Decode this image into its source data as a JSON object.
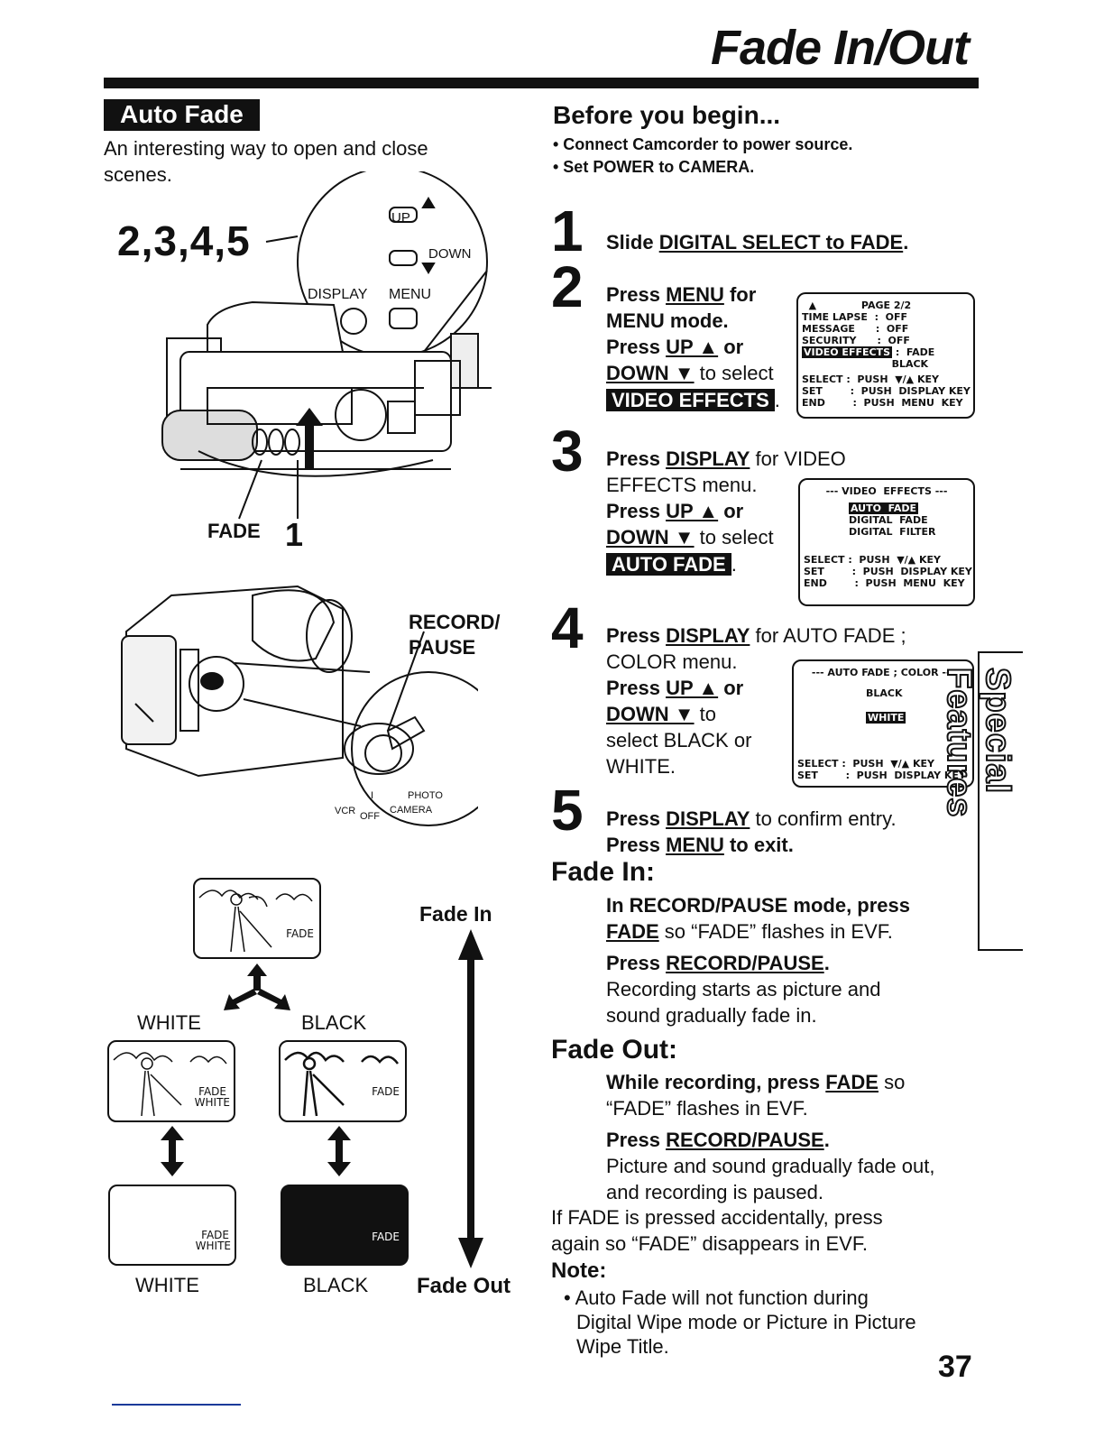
{
  "header": {
    "title": "Fade In/Out"
  },
  "left": {
    "section_label": "Auto Fade",
    "intro": "An interesting way to open and close scenes.",
    "step_ref": "2,3,4,5",
    "controls": {
      "up": "UP",
      "down": "DOWN",
      "display": "DISPLAY",
      "menu": "MENU"
    },
    "fade_label": "FADE",
    "fade_step": "1",
    "record_pause": "RECORD/",
    "record_pause2": "PAUSE",
    "dial": {
      "photo": "PHOTO",
      "vcr": "VCR",
      "off": "OFF",
      "camera": "CAMERA",
      "mark": "I"
    },
    "diagram": {
      "top_tag": "FADE",
      "white_label": "WHITE",
      "black_label": "BLACK",
      "mid_white_tag1": "FADE",
      "mid_white_tag2": "WHITE",
      "mid_black_tag": "FADE",
      "bot_white_tag1": "FADE",
      "bot_white_tag2": "WHITE",
      "bot_black_tag": "FADE",
      "bottom_white": "WHITE",
      "bottom_black": "BLACK",
      "fade_in": "Fade In",
      "fade_out": "Fade Out"
    }
  },
  "right": {
    "before_title": "Before you begin...",
    "bullets": [
      "• Connect Camcorder to power source.",
      "• Set POWER to CAMERA."
    ],
    "step1": {
      "num": "1",
      "a": "Slide ",
      "b": "DIGITAL SELECT to FADE",
      "c": "."
    },
    "step2": {
      "num": "2",
      "l1a": "Press ",
      "l1b": "MENU",
      "l1c": " for",
      "l2": "MENU mode.",
      "l3a": "Press ",
      "l3b": "UP ▲",
      "l3c": " or",
      "l4a": "DOWN ▼",
      "l4b": " to select",
      "l5": "VIDEO EFFECTS",
      "l5end": ".",
      "osd": {
        "r1": "  ▲             PAGE 2/2",
        "r2": "TIME LAPSE  :  OFF",
        "r3": "MESSAGE      :  OFF",
        "r4": "SECURITY      :  OFF",
        "r5a": "VIDEO EFFECTS",
        "r5b": " :  FADE",
        "r6": "                          BLACK",
        "r7": "SELECT :  PUSH  ▼/▲ KEY",
        "r8": "SET        :  PUSH  DISPLAY KEY",
        "r9": "END        :  PUSH  MENU  KEY"
      }
    },
    "step3": {
      "num": "3",
      "l1a": "Press ",
      "l1b": "DISPLAY",
      "l1c": " for VIDEO",
      "l2": "EFFECTS menu.",
      "l3a": "Press ",
      "l3b": "UP ▲",
      "l3c": " or",
      "l4a": "DOWN ▼",
      "l4b": " to select",
      "l5": "AUTO FADE",
      "l5end": ".",
      "osd": {
        "r1": "--- VIDEO  EFFECTS ---",
        "r2": "AUTO  FADE",
        "r3": "DIGITAL  FADE",
        "r4": "DIGITAL  FILTER",
        "r5": "SELECT :  PUSH  ▼/▲ KEY",
        "r6": "SET        :  PUSH  DISPLAY KEY",
        "r7": "END        :  PUSH  MENU  KEY"
      }
    },
    "step4": {
      "num": "4",
      "l1a": "Press ",
      "l1b": "DISPLAY",
      "l1c": " for AUTO FADE ;",
      "l2": "COLOR menu.",
      "l3a": "Press ",
      "l3b": "UP ▲",
      "l3c": " or",
      "l4a": "DOWN ▼",
      "l4b": " to",
      "l5": "select BLACK or",
      "l6": "WHITE.",
      "osd": {
        "r1": "--- AUTO FADE ; COLOR ---",
        "r2": "BLACK",
        "r3": "WHITE",
        "r4": "SELECT :  PUSH  ▼/▲ KEY",
        "r5": "SET        :  PUSH  DISPLAY KEY"
      }
    },
    "step5": {
      "num": "5",
      "l1a": "Press ",
      "l1b": "DISPLAY",
      "l1c": " to confirm entry.",
      "l2a": "Press ",
      "l2b": "MENU",
      "l2c": " to exit."
    },
    "fade_in": {
      "title": "Fade In:",
      "p1": "In RECORD/PAUSE mode, press",
      "p2a": "FADE",
      "p2b": " so “FADE” flashes in EVF.",
      "p3a": "Press ",
      "p3b": "RECORD/PAUSE",
      "p3c": ".",
      "p4": "Recording starts as picture and",
      "p5": "sound gradually fade in."
    },
    "fade_out": {
      "title": "Fade Out:",
      "p1a": "While recording, press ",
      "p1b": "FADE",
      "p1c": " so",
      "p2": "“FADE” flashes in EVF.",
      "p3a": "Press ",
      "p3b": "RECORD/PAUSE",
      "p3c": ".",
      "p4": "Picture and sound gradually fade out,",
      "p5": "and recording is paused.",
      "p6": "If FADE is pressed accidentally, press",
      "p7": "again so “FADE” disappears in EVF."
    },
    "note": {
      "title": "Note:",
      "l1": "• Auto Fade will not function during",
      "l2": "Digital Wipe mode or Picture in Picture",
      "l3": "Wipe Title."
    }
  },
  "side_tab": "Special Features",
  "page_number": "37"
}
